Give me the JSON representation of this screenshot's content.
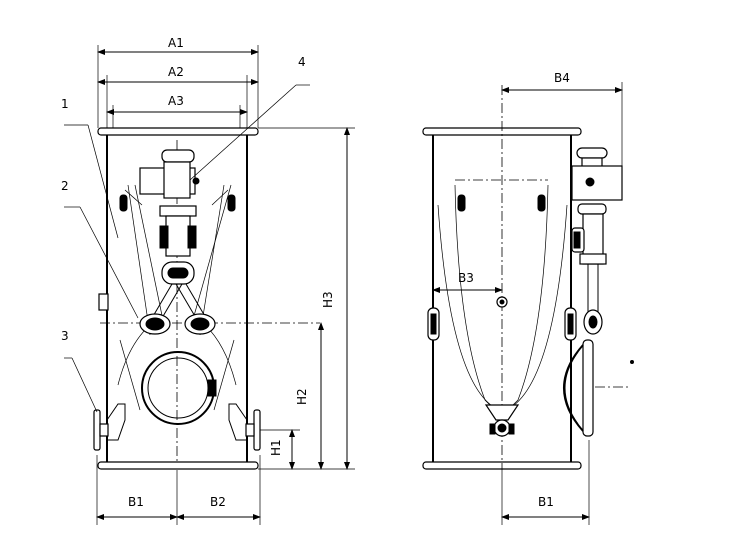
{
  "drawing": {
    "part_labels": [
      "1",
      "2",
      "3",
      "4"
    ],
    "dimensions": {
      "a1": "A1",
      "a2": "A2",
      "a3": "A3",
      "b1_front_left": "B1",
      "b2_front": "B2",
      "b4": "B4",
      "b3": "B3",
      "b1_side": "B1",
      "h1": "H1",
      "h2": "H2",
      "h3": "H3"
    }
  }
}
